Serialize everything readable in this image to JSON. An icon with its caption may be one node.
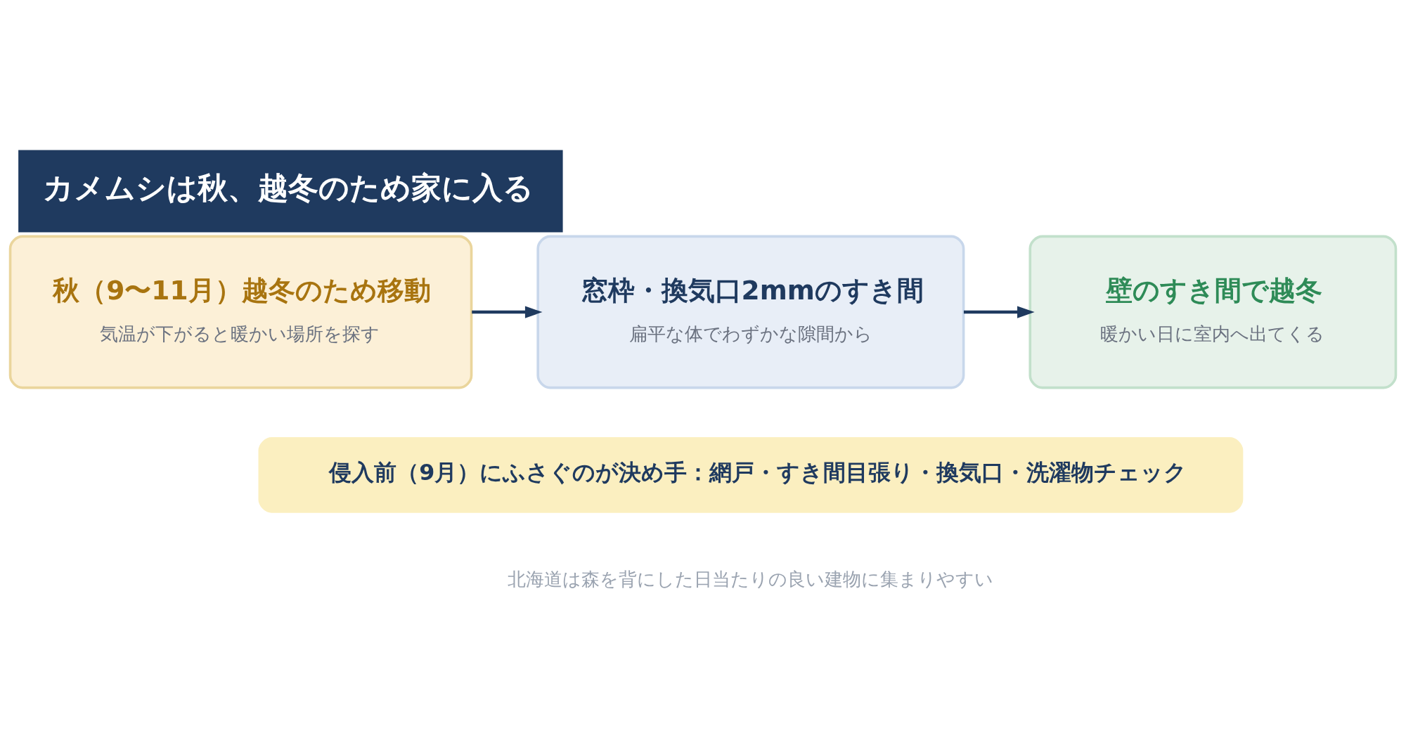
{
  "diagram": {
    "title": "カメムシは秋、越冬のため家に入る",
    "nodes": [
      {
        "text": [
          "秋（9〜11月）越冬のため移動",
          "気温が下がると暖かい場所を探す"
        ]
      },
      {
        "text": [
          "窓枠・換気口2mmのすき間",
          "扁平な体でわずかな隙間から"
        ]
      },
      {
        "text": [
          "壁のすき間で越冬",
          "暖かい日に室内へ出てくる"
        ]
      },
      {
        "text": [
          "侵入前（9月）にふさぐのが決め手：網戸・すき間目張り・換気口・洗濯物チェック"
        ]
      }
    ],
    "edges": [
      {
        "from": 0,
        "to": 1,
        "arrow": "to"
      },
      {
        "from": 1,
        "to": 2,
        "arrow": "to"
      }
    ],
    "labels": [
      "北海道は森を背にした日当たりの良い建物に集まりやすい"
    ]
  }
}
